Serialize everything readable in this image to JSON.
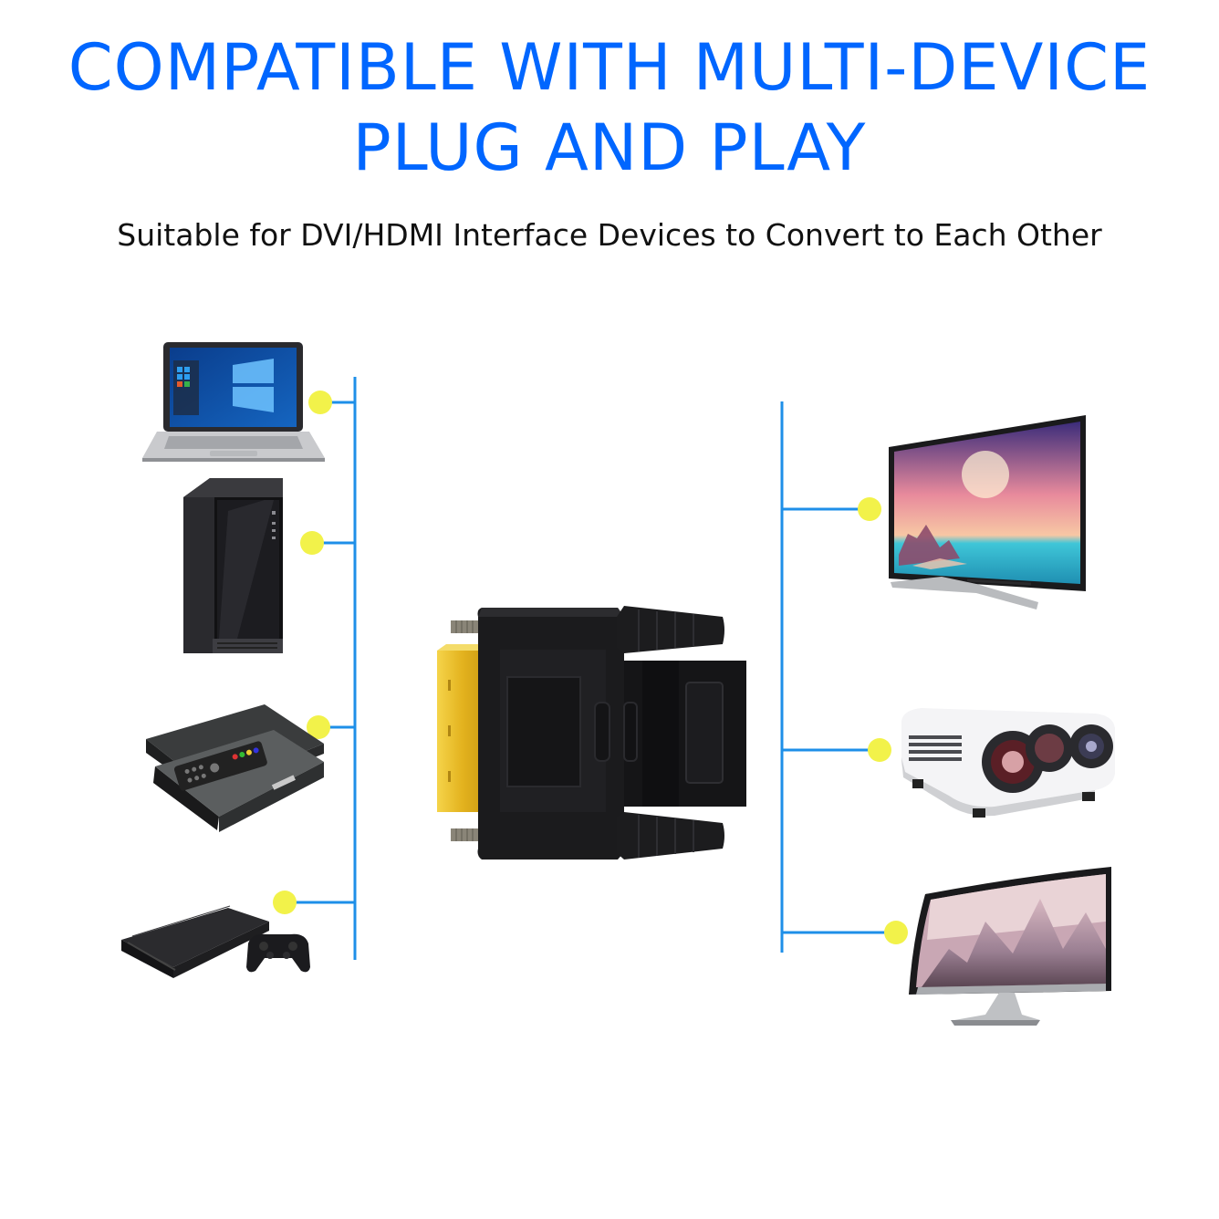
{
  "headline": {
    "line1": "COMPATIBLE WITH MULTI-DEVICE",
    "line2": "PLUG AND PLAY"
  },
  "subheadline": "Suitable for DVI/HDMI Interface Devices to Convert to Each Other",
  "colors": {
    "headline": "#0066ff",
    "connector_line": "#1e8fe8",
    "node_dot": "#f2f24a",
    "adapter_body": "#1a1a1a",
    "dvi_plug": "#e6b824"
  },
  "left_devices": [
    "laptop-icon",
    "desktop-tower-icon",
    "set-top-box-icon",
    "game-console-icon"
  ],
  "right_devices": [
    "tv-icon",
    "projector-icon",
    "curved-monitor-icon"
  ],
  "center_item": "dvi-hdmi-adapter-icon"
}
